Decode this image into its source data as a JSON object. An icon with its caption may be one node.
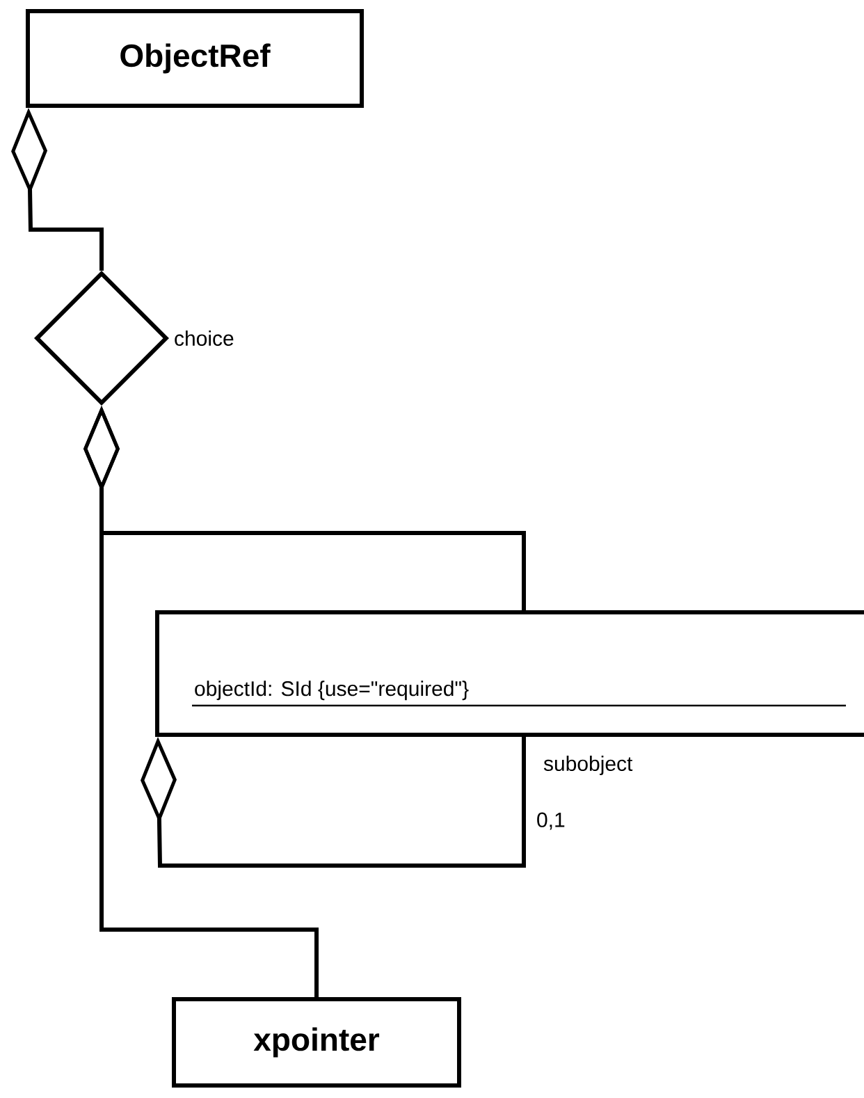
{
  "diagram": {
    "nodes": [
      {
        "text": [
          "ObjectRef"
        ]
      },
      {
        "text": [],
        "shape": "diamond",
        "beside": [
          "choice"
        ]
      },
      {
        "text": [
          "objectId: SId {use=\"required\"}"
        ]
      },
      {
        "text": [
          "xpointer"
        ]
      }
    ],
    "edges": [
      {
        "from": 0,
        "to": 1,
        "arrow": "other"
      },
      {
        "from": 1,
        "to": 2,
        "arrow": "other"
      },
      {
        "from": 1,
        "to": 3,
        "arrow": "other"
      },
      {
        "from": 2,
        "to": 2,
        "arrow": "other",
        "label": "subobject"
      }
    ],
    "labels": [
      "0,1"
    ]
  }
}
